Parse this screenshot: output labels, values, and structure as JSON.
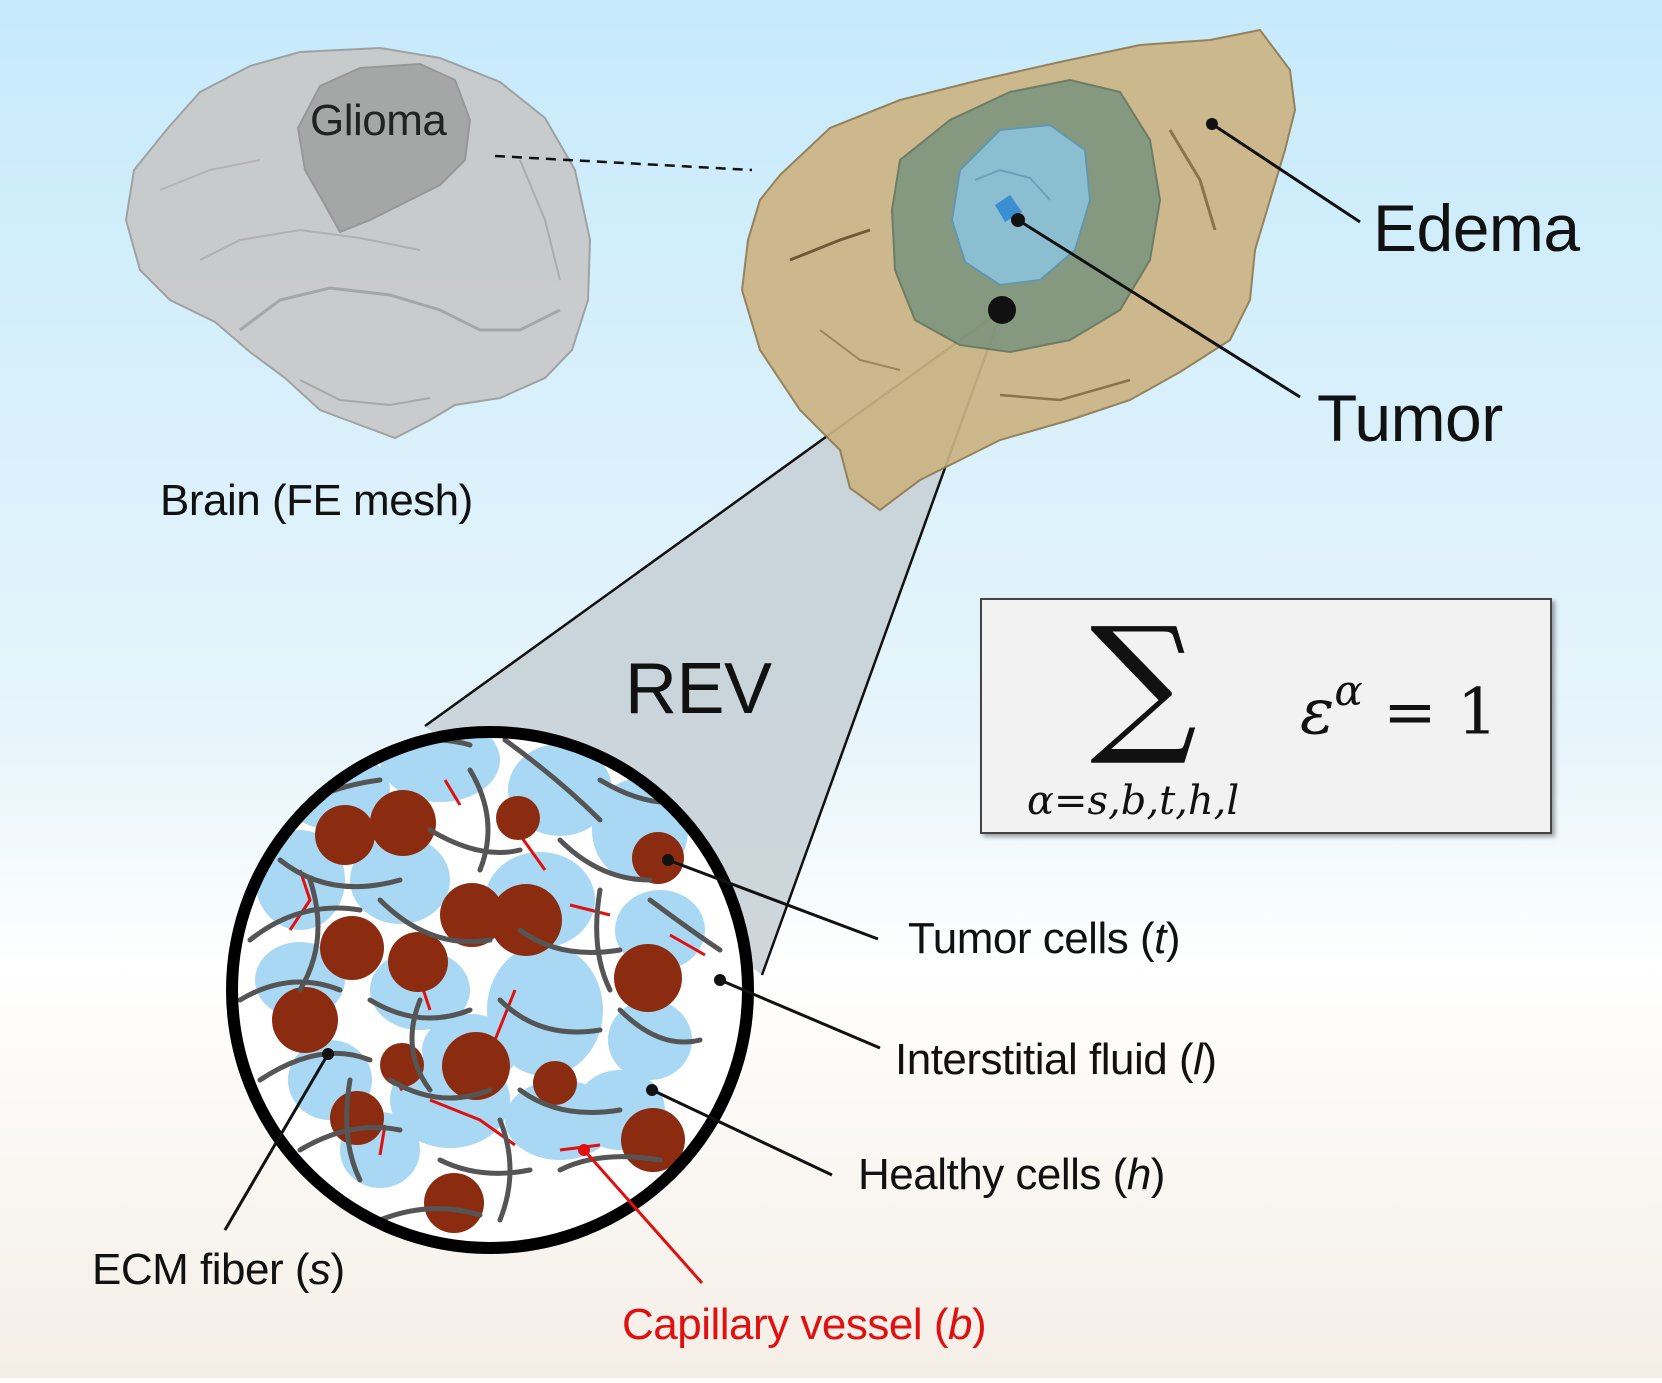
{
  "labels": {
    "glioma": "Glioma",
    "brain": "Brain (FE mesh)",
    "edema": "Edema",
    "tumor": "Tumor",
    "rev": "REV",
    "tumor_cells": {
      "prefix": "Tumor cells (",
      "symbol": "t",
      "suffix": ")"
    },
    "interstitial_fluid": {
      "prefix": "Interstitial fluid (",
      "symbol": "l",
      "suffix": ")"
    },
    "healthy_cells": {
      "prefix": "Healthy cells (",
      "symbol": "h",
      "suffix": ")"
    },
    "ecm_fiber": {
      "prefix": "ECM fiber (",
      "symbol": "s",
      "suffix": ")"
    },
    "capillary_vessel": {
      "prefix": "Capillary vessel (",
      "symbol": "b",
      "suffix": ")"
    }
  },
  "equation": {
    "sum_symbol": "∑",
    "subscript": "α=s,b,t,h,l",
    "variable": "ε",
    "superscript": "α",
    "rhs": " = 1"
  },
  "colors": {
    "background_top": "#c7ebfb",
    "background_bottom": "#f6f1ea",
    "brain_mesh": "#c4c4c4",
    "edema": "#cdb88a",
    "tumor_region": "#7d9a8a",
    "tumor_core": "#8ac5e6",
    "tumor_cell": "#8b2c10",
    "healthy_cell": "#a8d8f3",
    "ecm_fiber": "#555555",
    "capillary": "#e01010",
    "capillary_label": "#e01010"
  }
}
